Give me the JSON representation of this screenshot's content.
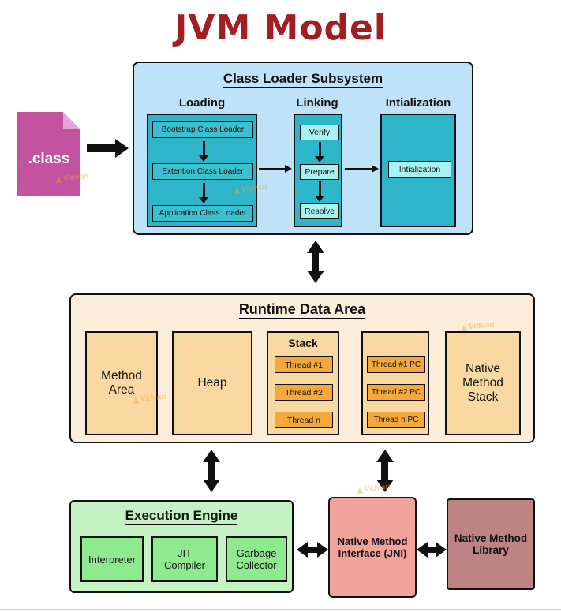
{
  "title": "JVM Model",
  "watermark": {
    "text": "Vidvan"
  },
  "class_file": {
    "label": ".class"
  },
  "class_loader": {
    "title": "Class Loader Subsystem",
    "columns": {
      "loading": {
        "heading": "Loading",
        "items": [
          "Bootstrap Class Loader",
          "Extention Class Loader",
          "Application Class Loader"
        ]
      },
      "linking": {
        "heading": "Linking",
        "items": [
          "Verify",
          "Prepare",
          "Resolve"
        ]
      },
      "initialization": {
        "heading": "Intialization",
        "items": [
          "Intialization"
        ]
      }
    }
  },
  "runtime_data_area": {
    "title": "Runtime Data Area",
    "method_area_label": "Method Area",
    "heap_label": "Heap",
    "stack": {
      "heading": "Stack",
      "threads": [
        "Thread #1",
        "Thread #2",
        "Thread n"
      ]
    },
    "pc_registers": {
      "threads": [
        "Thread #1 PC",
        "Thread #2 PC",
        "Thread n PC"
      ]
    },
    "native_method_stack_label": "Native Method Stack"
  },
  "execution_engine": {
    "title": "Execution Engine",
    "components": [
      "Interpreter",
      "JIT Compiler",
      "Garbage Collector"
    ]
  },
  "jni": {
    "label": "Native Method Interface (JNI)"
  },
  "native_method_library": {
    "label": "Native Method Library"
  },
  "colors": {
    "title_red": "#A21E22",
    "class_loader_bg": "#BEE3F8",
    "teal_panel": "#2EB5C9",
    "cyan_item": "#A8F2F1",
    "runtime_bg": "#FCEEDA",
    "runtime_box": "#F9D8A2",
    "thread_box": "#F5A93C",
    "execution_bg": "#C4F2C3",
    "execution_box": "#8FE98F",
    "jni_bg": "#F0A29B",
    "native_library_bg": "#BE8384",
    "class_file_bg": "#C3539F",
    "arrow": "#111111"
  }
}
